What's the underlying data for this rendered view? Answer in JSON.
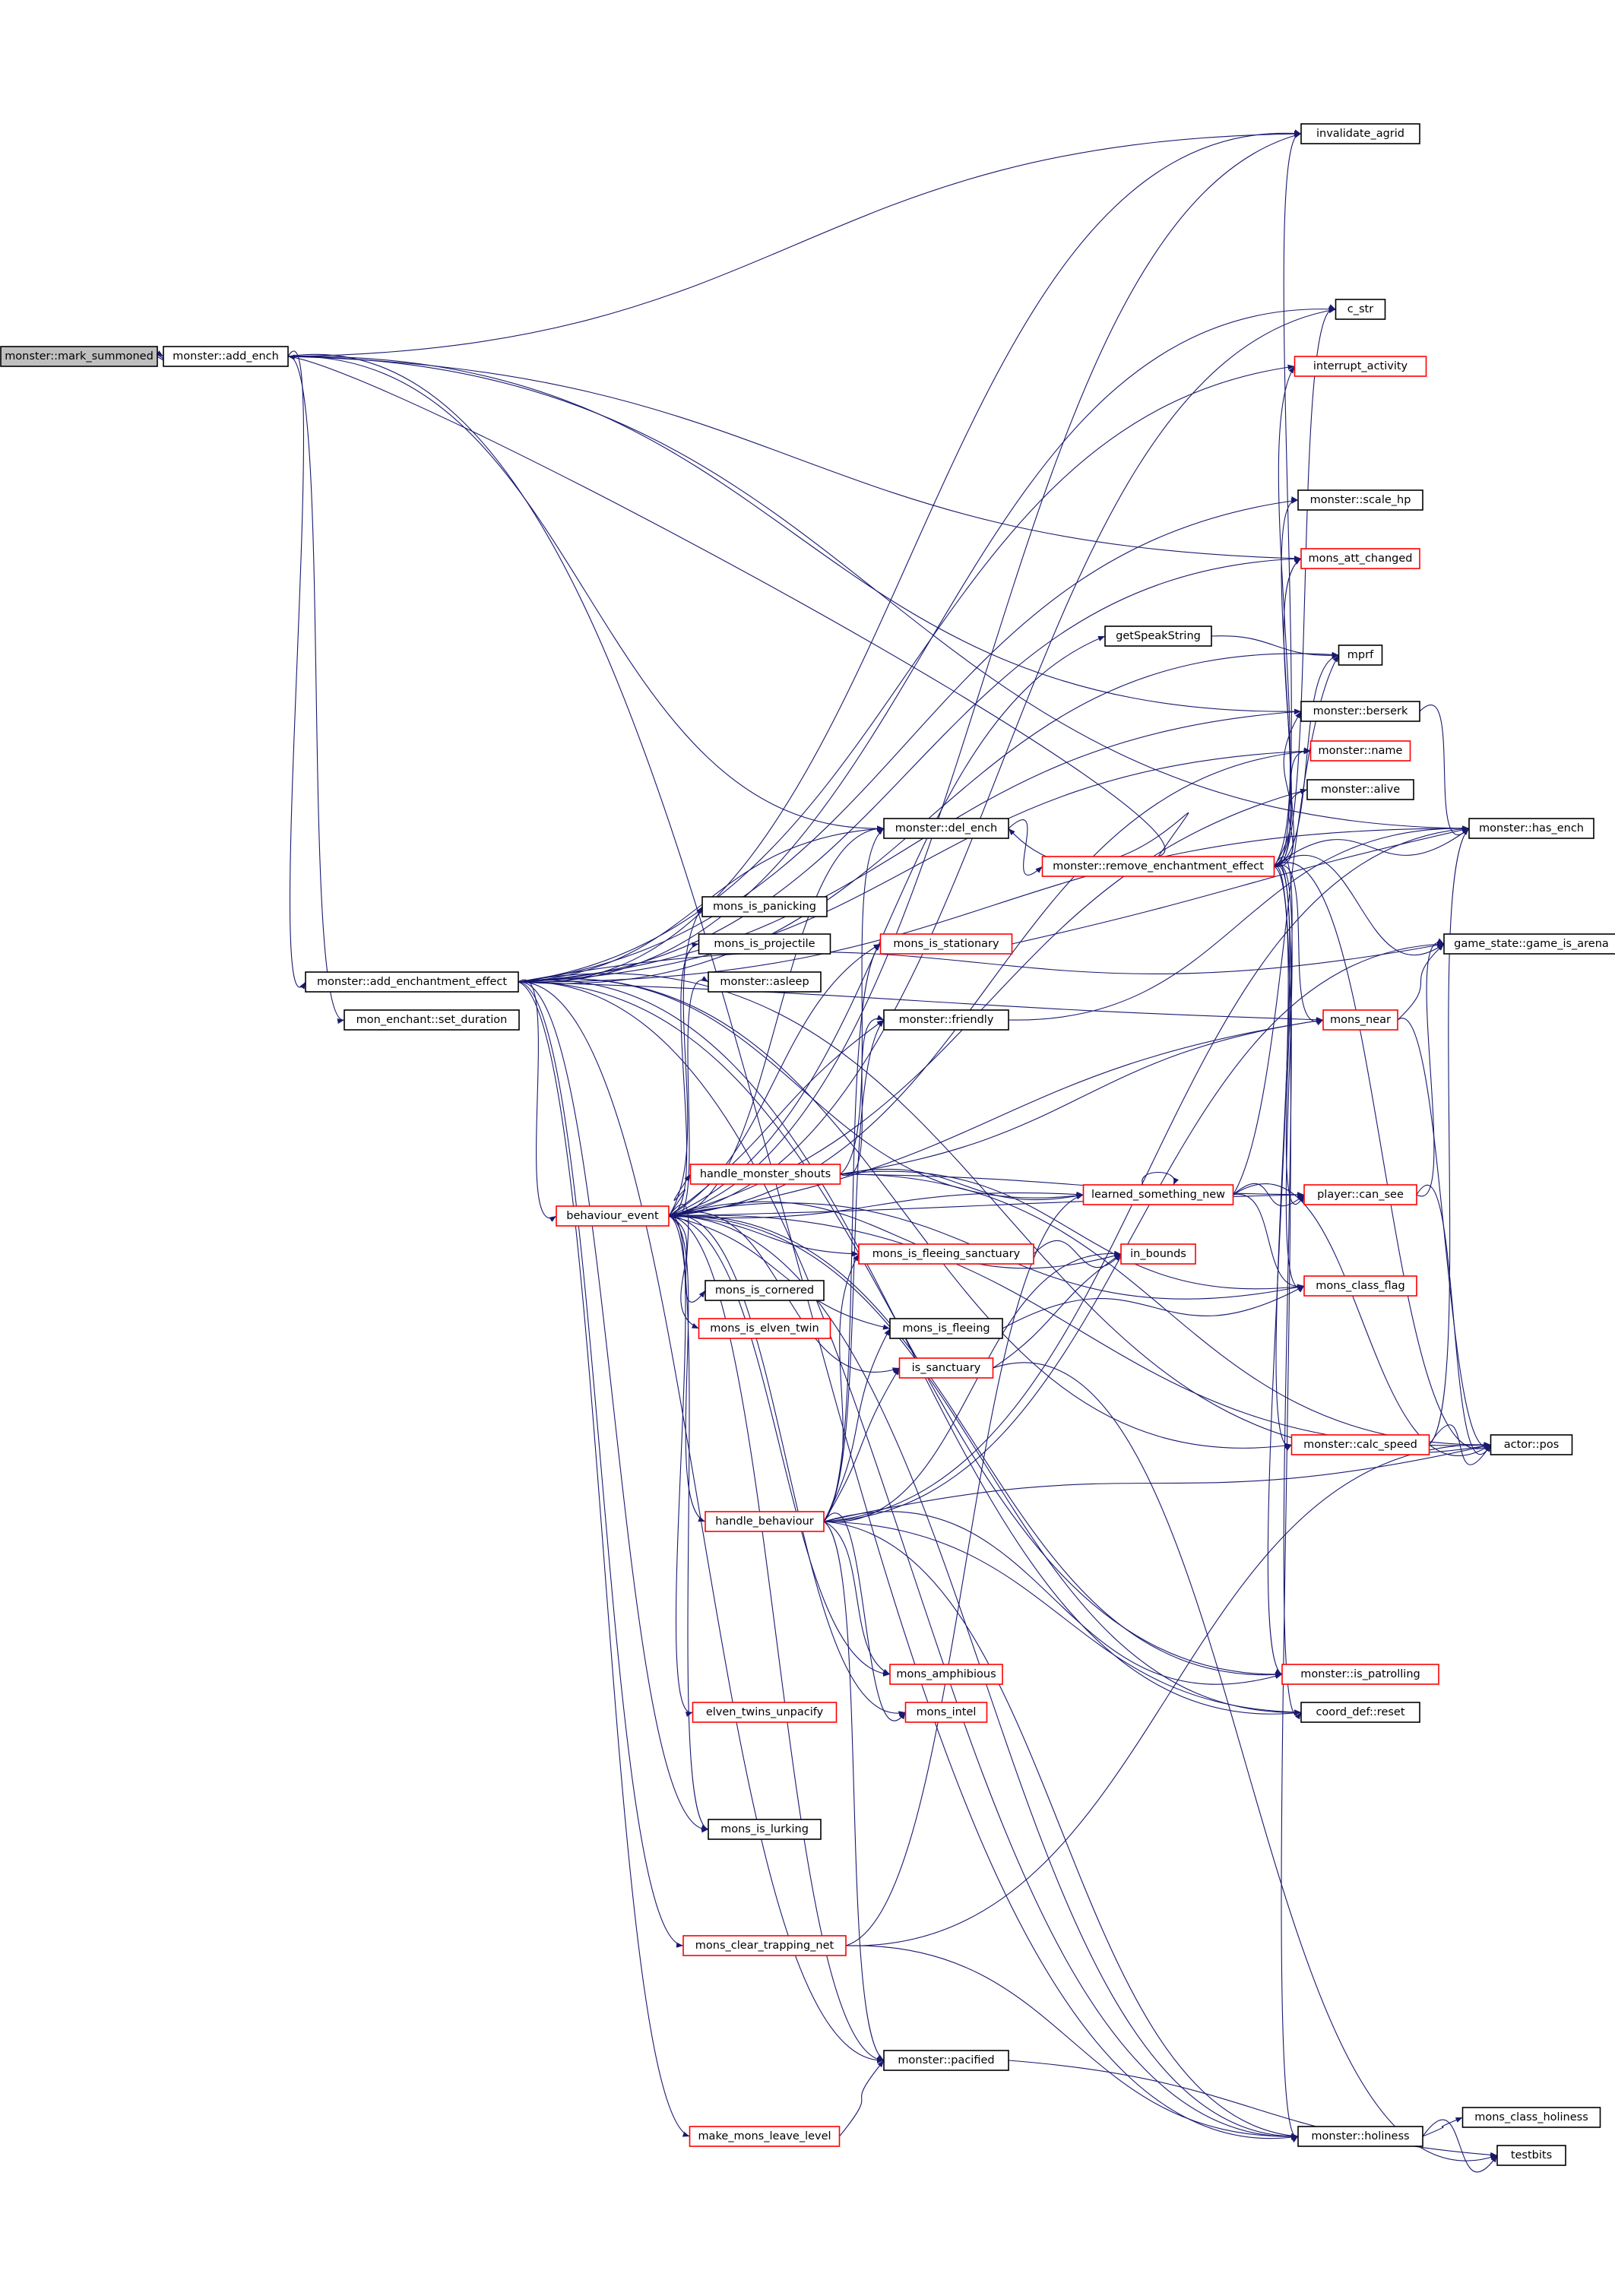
{
  "nodes": [
    {
      "id": "mark_summoned",
      "label": "monster::mark_summoned",
      "style": "gray"
    },
    {
      "id": "add_ench",
      "label": "monster::add_ench",
      "style": "black"
    },
    {
      "id": "add_enchantment_effect",
      "label": "monster::add_enchantment_effect",
      "style": "black"
    },
    {
      "id": "set_duration",
      "label": "mon_enchant::set_duration",
      "style": "black"
    },
    {
      "id": "behaviour_event",
      "label": "behaviour_event",
      "style": "red"
    },
    {
      "id": "handle_monster_shouts",
      "label": "handle_monster_shouts",
      "style": "red"
    },
    {
      "id": "handle_behaviour",
      "label": "handle_behaviour",
      "style": "red"
    },
    {
      "id": "mons_is_panicking",
      "label": "mons_is_panicking",
      "style": "black"
    },
    {
      "id": "mons_is_projectile",
      "label": "mons_is_projectile",
      "style": "black"
    },
    {
      "id": "asleep",
      "label": "monster::asleep",
      "style": "black"
    },
    {
      "id": "mons_is_cornered",
      "label": "mons_is_cornered",
      "style": "black"
    },
    {
      "id": "mons_is_elven_twin",
      "label": "mons_is_elven_twin",
      "style": "red"
    },
    {
      "id": "mons_amphibious",
      "label": "mons_amphibious",
      "style": "red"
    },
    {
      "id": "mons_intel",
      "label": "mons_intel",
      "style": "red"
    },
    {
      "id": "elven_twins_unpacify",
      "label": "elven_twins_unpacify",
      "style": "red"
    },
    {
      "id": "mons_is_lurking",
      "label": "mons_is_lurking",
      "style": "black"
    },
    {
      "id": "mons_clear_trapping_net",
      "label": "mons_clear_trapping_net",
      "style": "red"
    },
    {
      "id": "make_mons_leave_level",
      "label": "make_mons_leave_level",
      "style": "red"
    },
    {
      "id": "getSpeakString",
      "label": "getSpeakString",
      "style": "black"
    },
    {
      "id": "del_ench",
      "label": "monster::del_ench",
      "style": "black"
    },
    {
      "id": "mons_is_stationary",
      "label": "mons_is_stationary",
      "style": "red"
    },
    {
      "id": "friendly",
      "label": "monster::friendly",
      "style": "black"
    },
    {
      "id": "mons_is_fleeing_sanctuary",
      "label": "mons_is_fleeing_sanctuary",
      "style": "red"
    },
    {
      "id": "mons_is_fleeing",
      "label": "mons_is_fleeing",
      "style": "black"
    },
    {
      "id": "is_sanctuary",
      "label": "is_sanctuary",
      "style": "red"
    },
    {
      "id": "pacified",
      "label": "monster::pacified",
      "style": "black"
    },
    {
      "id": "remove_enchantment_effect",
      "label": "monster::remove_enchantment_effect",
      "style": "red"
    },
    {
      "id": "learned_something_new",
      "label": "learned_something_new",
      "style": "red"
    },
    {
      "id": "in_bounds",
      "label": "in_bounds",
      "style": "red"
    },
    {
      "id": "invalidate_agrid",
      "label": "invalidate_agrid",
      "style": "black"
    },
    {
      "id": "c_str",
      "label": "c_str",
      "style": "black"
    },
    {
      "id": "interrupt_activity",
      "label": "interrupt_activity",
      "style": "red"
    },
    {
      "id": "scale_hp",
      "label": "monster::scale_hp",
      "style": "black"
    },
    {
      "id": "mons_att_changed",
      "label": "mons_att_changed",
      "style": "red"
    },
    {
      "id": "mprf",
      "label": "mprf",
      "style": "black"
    },
    {
      "id": "berserk",
      "label": "monster::berserk",
      "style": "black"
    },
    {
      "id": "name",
      "label": "monster::name",
      "style": "red"
    },
    {
      "id": "alive",
      "label": "monster::alive",
      "style": "black"
    },
    {
      "id": "mons_near",
      "label": "mons_near",
      "style": "red"
    },
    {
      "id": "player_can_see",
      "label": "player::can_see",
      "style": "red"
    },
    {
      "id": "mons_class_flag",
      "label": "mons_class_flag",
      "style": "red"
    },
    {
      "id": "calc_speed",
      "label": "monster::calc_speed",
      "style": "red"
    },
    {
      "id": "is_patrolling",
      "label": "monster::is_patrolling",
      "style": "red"
    },
    {
      "id": "coord_reset",
      "label": "coord_def::reset",
      "style": "black"
    },
    {
      "id": "holiness",
      "label": "monster::holiness",
      "style": "black"
    },
    {
      "id": "has_ench",
      "label": "monster::has_ench",
      "style": "black"
    },
    {
      "id": "game_is_arena",
      "label": "game_state::game_is_arena",
      "style": "black"
    },
    {
      "id": "actor_pos",
      "label": "actor::pos",
      "style": "black"
    },
    {
      "id": "mons_class_holiness",
      "label": "mons_class_holiness",
      "style": "black"
    },
    {
      "id": "testbits",
      "label": "testbits",
      "style": "black"
    }
  ],
  "edges": [
    [
      "mark_summoned",
      "add_ench"
    ],
    [
      "add_ench",
      "invalidate_agrid"
    ],
    [
      "add_ench",
      "has_ench"
    ],
    [
      "add_ench",
      "add_enchantment_effect"
    ],
    [
      "add_ench",
      "set_duration"
    ],
    [
      "add_ench",
      "del_ench"
    ],
    [
      "add_ench",
      "mons_att_changed"
    ],
    [
      "add_ench",
      "berserk"
    ],
    [
      "add_ench",
      "holiness"
    ],
    [
      "add_enchantment_effect",
      "invalidate_agrid"
    ],
    [
      "add_enchantment_effect",
      "has_ench"
    ],
    [
      "add_enchantment_effect",
      "c_str"
    ],
    [
      "add_enchantment_effect",
      "interrupt_activity"
    ],
    [
      "add_enchantment_effect",
      "scale_hp"
    ],
    [
      "add_enchantment_effect",
      "mons_att_changed"
    ],
    [
      "add_enchantment_effect",
      "mprf"
    ],
    [
      "add_enchantment_effect",
      "berserk"
    ],
    [
      "add_enchantment_effect",
      "name"
    ],
    [
      "add_enchantment_effect",
      "del_ench"
    ],
    [
      "add_enchantment_effect",
      "behaviour_event"
    ],
    [
      "add_enchantment_effect",
      "game_is_arena"
    ],
    [
      "add_enchantment_effect",
      "mons_is_lurking"
    ],
    [
      "add_enchantment_effect",
      "mons_clear_trapping_net"
    ],
    [
      "add_enchantment_effect",
      "pacified"
    ],
    [
      "add_enchantment_effect",
      "make_mons_leave_level"
    ],
    [
      "add_enchantment_effect",
      "holiness"
    ],
    [
      "add_enchantment_effect",
      "calc_speed"
    ],
    [
      "add_enchantment_effect",
      "is_patrolling"
    ],
    [
      "add_enchantment_effect",
      "coord_reset"
    ],
    [
      "add_enchantment_effect",
      "actor_pos"
    ],
    [
      "add_enchantment_effect",
      "learned_something_new"
    ],
    [
      "add_enchantment_effect",
      "mons_near"
    ],
    [
      "behaviour_event",
      "invalidate_agrid"
    ],
    [
      "behaviour_event",
      "c_str"
    ],
    [
      "behaviour_event",
      "getSpeakString"
    ],
    [
      "behaviour_event",
      "name"
    ],
    [
      "behaviour_event",
      "alive"
    ],
    [
      "behaviour_event",
      "del_ench"
    ],
    [
      "behaviour_event",
      "mons_is_panicking"
    ],
    [
      "behaviour_event",
      "mons_is_projectile"
    ],
    [
      "behaviour_event",
      "asleep"
    ],
    [
      "behaviour_event",
      "friendly"
    ],
    [
      "behaviour_event",
      "mons_is_stationary"
    ],
    [
      "behaviour_event",
      "handle_monster_shouts"
    ],
    [
      "behaviour_event",
      "in_bounds"
    ],
    [
      "behaviour_event",
      "mons_is_fleeing_sanctuary"
    ],
    [
      "behaviour_event",
      "mons_is_cornered"
    ],
    [
      "behaviour_event",
      "mons_is_elven_twin"
    ],
    [
      "behaviour_event",
      "mons_class_flag"
    ],
    [
      "behaviour_event",
      "mons_is_fleeing"
    ],
    [
      "behaviour_event",
      "is_sanctuary"
    ],
    [
      "behaviour_event",
      "handle_behaviour"
    ],
    [
      "behaviour_event",
      "actor_pos"
    ],
    [
      "behaviour_event",
      "mons_amphibious"
    ],
    [
      "behaviour_event",
      "mons_intel"
    ],
    [
      "behaviour_event",
      "elven_twins_unpacify"
    ],
    [
      "behaviour_event",
      "mons_is_lurking"
    ],
    [
      "behaviour_event",
      "pacified"
    ],
    [
      "behaviour_event",
      "holiness"
    ],
    [
      "behaviour_event",
      "is_patrolling"
    ],
    [
      "behaviour_event",
      "coord_reset"
    ],
    [
      "behaviour_event",
      "learned_something_new"
    ],
    [
      "behaviour_event",
      "mons_near"
    ],
    [
      "behaviour_event",
      "player_can_see"
    ],
    [
      "handle_monster_shouts",
      "del_ench"
    ],
    [
      "handle_monster_shouts",
      "friendly"
    ],
    [
      "handle_monster_shouts",
      "learned_something_new"
    ],
    [
      "handle_monster_shouts",
      "player_can_see"
    ],
    [
      "handle_monster_shouts",
      "mons_class_flag"
    ],
    [
      "handle_monster_shouts",
      "actor_pos"
    ],
    [
      "handle_monster_shouts",
      "mons_near"
    ],
    [
      "handle_behaviour",
      "mons_is_stationary"
    ],
    [
      "handle_behaviour",
      "friendly"
    ],
    [
      "handle_behaviour",
      "mons_is_fleeing_sanctuary"
    ],
    [
      "handle_behaviour",
      "mons_is_fleeing"
    ],
    [
      "handle_behaviour",
      "is_sanctuary"
    ],
    [
      "handle_behaviour",
      "in_bounds"
    ],
    [
      "handle_behaviour",
      "mons_amphibious"
    ],
    [
      "handle_behaviour",
      "mons_intel"
    ],
    [
      "handle_behaviour",
      "pacified"
    ],
    [
      "handle_behaviour",
      "holiness"
    ],
    [
      "handle_behaviour",
      "is_patrolling"
    ],
    [
      "handle_behaviour",
      "coord_reset"
    ],
    [
      "handle_behaviour",
      "actor_pos"
    ],
    [
      "handle_behaviour",
      "has_ench"
    ],
    [
      "handle_behaviour",
      "game_is_arena"
    ],
    [
      "getSpeakString",
      "mprf"
    ],
    [
      "del_ench",
      "remove_enchantment_effect"
    ],
    [
      "remove_enchantment_effect",
      "add_ench"
    ],
    [
      "remove_enchantment_effect",
      "del_ench"
    ],
    [
      "remove_enchantment_effect",
      "invalidate_agrid"
    ],
    [
      "remove_enchantment_effect",
      "c_str"
    ],
    [
      "remove_enchantment_effect",
      "interrupt_activity"
    ],
    [
      "remove_enchantment_effect",
      "scale_hp"
    ],
    [
      "remove_enchantment_effect",
      "mons_att_changed"
    ],
    [
      "remove_enchantment_effect",
      "mprf"
    ],
    [
      "remove_enchantment_effect",
      "berserk"
    ],
    [
      "remove_enchantment_effect",
      "name"
    ],
    [
      "remove_enchantment_effect",
      "alive"
    ],
    [
      "remove_enchantment_effect",
      "has_ench"
    ],
    [
      "remove_enchantment_effect",
      "game_is_arena"
    ],
    [
      "remove_enchantment_effect",
      "mons_near"
    ],
    [
      "remove_enchantment_effect",
      "player_can_see"
    ],
    [
      "remove_enchantment_effect",
      "mons_class_flag"
    ],
    [
      "remove_enchantment_effect",
      "calc_speed"
    ],
    [
      "remove_enchantment_effect",
      "is_patrolling"
    ],
    [
      "remove_enchantment_effect",
      "coord_reset"
    ],
    [
      "remove_enchantment_effect",
      "holiness"
    ],
    [
      "remove_enchantment_effect",
      "actor_pos"
    ],
    [
      "mons_is_stationary",
      "has_ench"
    ],
    [
      "friendly",
      "has_ench"
    ],
    [
      "mons_is_fleeing_sanctuary",
      "in_bounds"
    ],
    [
      "mons_is_fleeing",
      "mons_class_flag"
    ],
    [
      "is_sanctuary",
      "in_bounds"
    ],
    [
      "is_sanctuary",
      "testbits"
    ],
    [
      "learned_something_new",
      "learned_something_new"
    ],
    [
      "learned_something_new",
      "player_can_see"
    ],
    [
      "learned_something_new",
      "mons_class_flag"
    ],
    [
      "learned_something_new",
      "mprf"
    ],
    [
      "learned_something_new",
      "actor_pos"
    ],
    [
      "berserk",
      "has_ench"
    ],
    [
      "mons_near",
      "game_is_arena"
    ],
    [
      "mons_near",
      "actor_pos"
    ],
    [
      "player_can_see",
      "game_is_arena"
    ],
    [
      "player_can_see",
      "actor_pos"
    ],
    [
      "calc_speed",
      "has_ench"
    ],
    [
      "calc_speed",
      "actor_pos"
    ],
    [
      "mons_clear_trapping_net",
      "actor_pos"
    ],
    [
      "mons_clear_trapping_net",
      "holiness"
    ],
    [
      "mons_clear_trapping_net",
      "learned_something_new"
    ],
    [
      "make_mons_leave_level",
      "pacified"
    ],
    [
      "pacified",
      "testbits"
    ],
    [
      "holiness",
      "mons_class_holiness"
    ],
    [
      "holiness",
      "testbits"
    ]
  ]
}
